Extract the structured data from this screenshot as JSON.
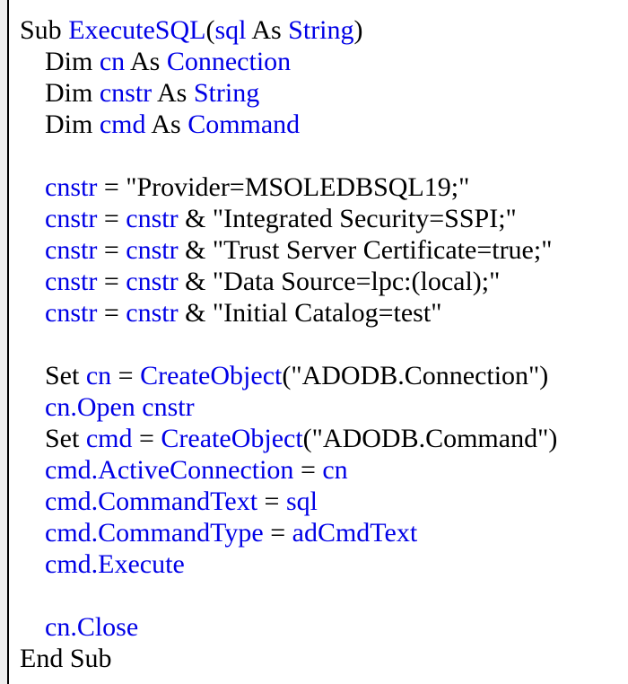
{
  "colors": {
    "background": "#ffffff",
    "gutter": "#efefef",
    "rule": "#000000",
    "text_plain": "#000000",
    "text_identifier": "#0000e6"
  },
  "code": {
    "language": "vba",
    "lines": [
      {
        "indent": 0,
        "segs": [
          {
            "t": "Sub ",
            "c": "plain"
          },
          {
            "t": "ExecuteSQL",
            "c": "ident"
          },
          {
            "t": "(",
            "c": "plain"
          },
          {
            "t": "sql",
            "c": "ident"
          },
          {
            "t": " As ",
            "c": "plain"
          },
          {
            "t": "String",
            "c": "ident"
          },
          {
            "t": ")",
            "c": "plain"
          }
        ]
      },
      {
        "indent": 1,
        "segs": [
          {
            "t": "Dim ",
            "c": "plain"
          },
          {
            "t": "cn",
            "c": "ident"
          },
          {
            "t": " As ",
            "c": "plain"
          },
          {
            "t": "Connection",
            "c": "ident"
          }
        ]
      },
      {
        "indent": 1,
        "segs": [
          {
            "t": "Dim ",
            "c": "plain"
          },
          {
            "t": "cnstr",
            "c": "ident"
          },
          {
            "t": " As ",
            "c": "plain"
          },
          {
            "t": "String",
            "c": "ident"
          }
        ]
      },
      {
        "indent": 1,
        "segs": [
          {
            "t": "Dim ",
            "c": "plain"
          },
          {
            "t": "cmd",
            "c": "ident"
          },
          {
            "t": " As ",
            "c": "plain"
          },
          {
            "t": "Command",
            "c": "ident"
          }
        ]
      },
      {
        "indent": 1,
        "segs": []
      },
      {
        "indent": 1,
        "segs": [
          {
            "t": "cnstr",
            "c": "ident"
          },
          {
            "t": " = \"Provider=MSOLEDBSQL19;\"",
            "c": "plain"
          }
        ]
      },
      {
        "indent": 1,
        "segs": [
          {
            "t": "cnstr",
            "c": "ident"
          },
          {
            "t": " = ",
            "c": "plain"
          },
          {
            "t": "cnstr",
            "c": "ident"
          },
          {
            "t": " & \"Integrated Security=SSPI;\"",
            "c": "plain"
          }
        ]
      },
      {
        "indent": 1,
        "segs": [
          {
            "t": "cnstr",
            "c": "ident"
          },
          {
            "t": " = ",
            "c": "plain"
          },
          {
            "t": "cnstr",
            "c": "ident"
          },
          {
            "t": " & \"Trust Server Certificate=true;\"",
            "c": "plain"
          }
        ]
      },
      {
        "indent": 1,
        "segs": [
          {
            "t": "cnstr",
            "c": "ident"
          },
          {
            "t": " = ",
            "c": "plain"
          },
          {
            "t": "cnstr",
            "c": "ident"
          },
          {
            "t": " & \"Data Source=lpc:(local);\"",
            "c": "plain"
          }
        ]
      },
      {
        "indent": 1,
        "segs": [
          {
            "t": "cnstr",
            "c": "ident"
          },
          {
            "t": " = ",
            "c": "plain"
          },
          {
            "t": "cnstr",
            "c": "ident"
          },
          {
            "t": " & \"Initial Catalog=test\"",
            "c": "plain"
          }
        ]
      },
      {
        "indent": 1,
        "segs": []
      },
      {
        "indent": 1,
        "segs": [
          {
            "t": "Set ",
            "c": "plain"
          },
          {
            "t": "cn",
            "c": "ident"
          },
          {
            "t": " = ",
            "c": "plain"
          },
          {
            "t": "CreateObject",
            "c": "ident"
          },
          {
            "t": "(\"ADODB.Connection\")",
            "c": "plain"
          }
        ]
      },
      {
        "indent": 1,
        "segs": [
          {
            "t": "cn.Open cnstr",
            "c": "ident"
          }
        ]
      },
      {
        "indent": 1,
        "segs": [
          {
            "t": "Set ",
            "c": "plain"
          },
          {
            "t": "cmd",
            "c": "ident"
          },
          {
            "t": " = ",
            "c": "plain"
          },
          {
            "t": "CreateObject",
            "c": "ident"
          },
          {
            "t": "(\"ADODB.Command\")",
            "c": "plain"
          }
        ]
      },
      {
        "indent": 1,
        "segs": [
          {
            "t": "cmd.ActiveConnection",
            "c": "ident"
          },
          {
            "t": " = ",
            "c": "plain"
          },
          {
            "t": "cn",
            "c": "ident"
          }
        ]
      },
      {
        "indent": 1,
        "segs": [
          {
            "t": "cmd.CommandText",
            "c": "ident"
          },
          {
            "t": " = ",
            "c": "plain"
          },
          {
            "t": "sql",
            "c": "ident"
          }
        ]
      },
      {
        "indent": 1,
        "segs": [
          {
            "t": "cmd.CommandType",
            "c": "ident"
          },
          {
            "t": " = ",
            "c": "plain"
          },
          {
            "t": "adCmdText",
            "c": "ident"
          }
        ]
      },
      {
        "indent": 1,
        "segs": [
          {
            "t": "cmd.Execute",
            "c": "ident"
          }
        ]
      },
      {
        "indent": 1,
        "segs": []
      },
      {
        "indent": 1,
        "segs": [
          {
            "t": "cn.Close",
            "c": "ident"
          }
        ]
      },
      {
        "indent": 0,
        "segs": [
          {
            "t": "End Sub",
            "c": "plain"
          }
        ]
      }
    ]
  }
}
